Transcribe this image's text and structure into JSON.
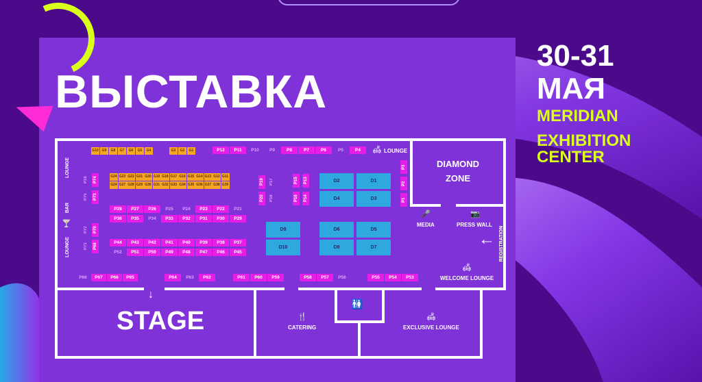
{
  "header": {
    "title": "ВЫСТАВКА",
    "dates": "30-31",
    "month": "МАЯ",
    "venue_line1": "MERIDIAN",
    "venue_line2": "EXHIBITION CENTER"
  },
  "zones": {
    "diamond_line1": "DIAMOND",
    "diamond_line2": "ZONE",
    "stage": "STAGE",
    "media": "MEDIA",
    "press_wall": "PRESS WALL",
    "registration": "REGISTRATION",
    "welcome_lounge": "WELCOME LOUNGE",
    "catering": "CATERING",
    "exclusive_lounge": "EXCLUSIVE LOUNGE",
    "lounge_top": "LOUNGE",
    "lounge_left1": "LOUNGE",
    "bar": "BAR",
    "lounge_left2": "LOUNGE"
  },
  "booths": {
    "top_yellow": [
      "G10",
      "G9",
      "G8",
      "G7",
      "G6",
      "G5",
      "G4",
      "G3",
      "G2",
      "G1"
    ],
    "top_pink": [
      "P12",
      "P11",
      "P10",
      "P9",
      "P8",
      "P7",
      "P6",
      "P5",
      "P4"
    ],
    "top_pink_dim": [
      false,
      false,
      true,
      true,
      false,
      false,
      false,
      true,
      false
    ],
    "row1": [
      "P28",
      "P27",
      "P26",
      "P25",
      "P24",
      "P23",
      "P22",
      "P21"
    ],
    "row1_dim": [
      false,
      false,
      false,
      true,
      true,
      false,
      false,
      true
    ],
    "row2": [
      "P36",
      "P35",
      "P34",
      "P33",
      "P32",
      "P31",
      "P30",
      "P29"
    ],
    "row2_dim": [
      false,
      false,
      true,
      false,
      false,
      false,
      false,
      false
    ],
    "row3": [
      "P44",
      "P43",
      "P42",
      "P41",
      "P40",
      "P39",
      "P38",
      "P37"
    ],
    "row4": [
      "P52",
      "P51",
      "P50",
      "P49",
      "P48",
      "P47",
      "P46",
      "P45"
    ],
    "row4_dim": [
      true,
      false,
      false,
      false,
      false,
      false,
      false,
      false
    ],
    "bottom_left": [
      "P66",
      "P67",
      "P66",
      "P65"
    ],
    "bottom_left_dim": [
      true,
      false,
      false,
      false
    ],
    "bottom_mid": [
      "P64",
      "P63",
      "P62",
      "P61",
      "P60",
      "P59"
    ],
    "bottom_mid_dim": [
      false,
      true,
      false,
      false,
      false,
      false
    ],
    "bottom_right1": [
      "P58",
      "P57",
      "P56"
    ],
    "bottom_right1_dim": [
      false,
      false,
      true
    ],
    "bottom_right2": [
      "P55",
      "P54",
      "P53"
    ],
    "yellow_grid_top": [
      "G24",
      "G23",
      "G22",
      "G21",
      "G20",
      "G19",
      "G18",
      "G17",
      "G16",
      "G15",
      "G14",
      "G13",
      "G12",
      "G11"
    ],
    "yellow_grid_bottom": [
      "G24",
      "G27",
      "G28",
      "G29",
      "G30",
      "G31",
      "G32",
      "G33",
      "G34",
      "G35",
      "G36",
      "G37",
      "G38",
      "G39"
    ],
    "d_booths": [
      "D2",
      "D1",
      "D4",
      "D3",
      "D9",
      "D6",
      "D5",
      "D10",
      "D8",
      "D7"
    ],
    "v_left": [
      "P16",
      "P74",
      "P75",
      "P73",
      "P72",
      "P70",
      "P71",
      "P68"
    ],
    "v_left_dim": [
      true,
      false,
      true,
      false,
      true,
      false,
      true,
      false
    ],
    "v_mid": [
      "P19",
      "P17",
      "P20",
      "P18",
      "P15",
      "P13",
      "P16",
      "P14"
    ],
    "v_mid_dim": [
      false,
      true,
      false,
      true,
      false,
      false,
      false,
      false
    ],
    "v_right": [
      "P3",
      "P2",
      "P1"
    ]
  },
  "colors": {
    "booth_pink": "#e61ee6",
    "booth_yellow": "#f5a623",
    "booth_blue": "#2fa8e0",
    "accent_lime": "#d9ff1a",
    "accent_magenta": "#ff2bd6"
  }
}
